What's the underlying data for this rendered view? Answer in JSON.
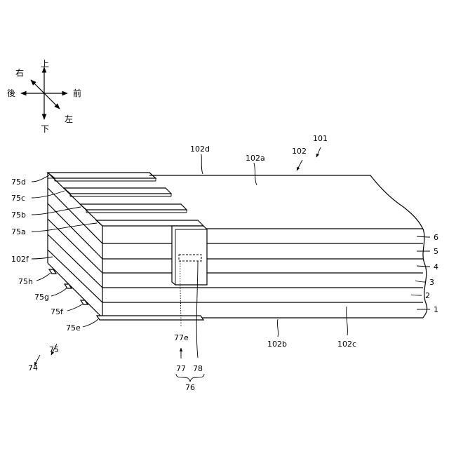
{
  "directions": {
    "up": "上",
    "down": "下",
    "right": "右",
    "left": "左",
    "front": "前",
    "back": "後"
  },
  "labels": {
    "n101": "101",
    "n102": "102",
    "n102a": "102a",
    "n102b": "102b",
    "n102c": "102c",
    "n102d": "102d",
    "n102f": "102f",
    "n75a": "75a",
    "n75b": "75b",
    "n75c": "75c",
    "n75d": "75d",
    "n75e": "75e",
    "n75f": "75f",
    "n75g": "75g",
    "n75h": "75h",
    "n75": "75",
    "n74": "74",
    "n76": "76",
    "n77": "77",
    "n77e": "77e",
    "n78": "78",
    "layer1": "1",
    "layer2": "2",
    "layer3": "3",
    "layer4": "4",
    "layer5": "5",
    "layer6": "6"
  }
}
